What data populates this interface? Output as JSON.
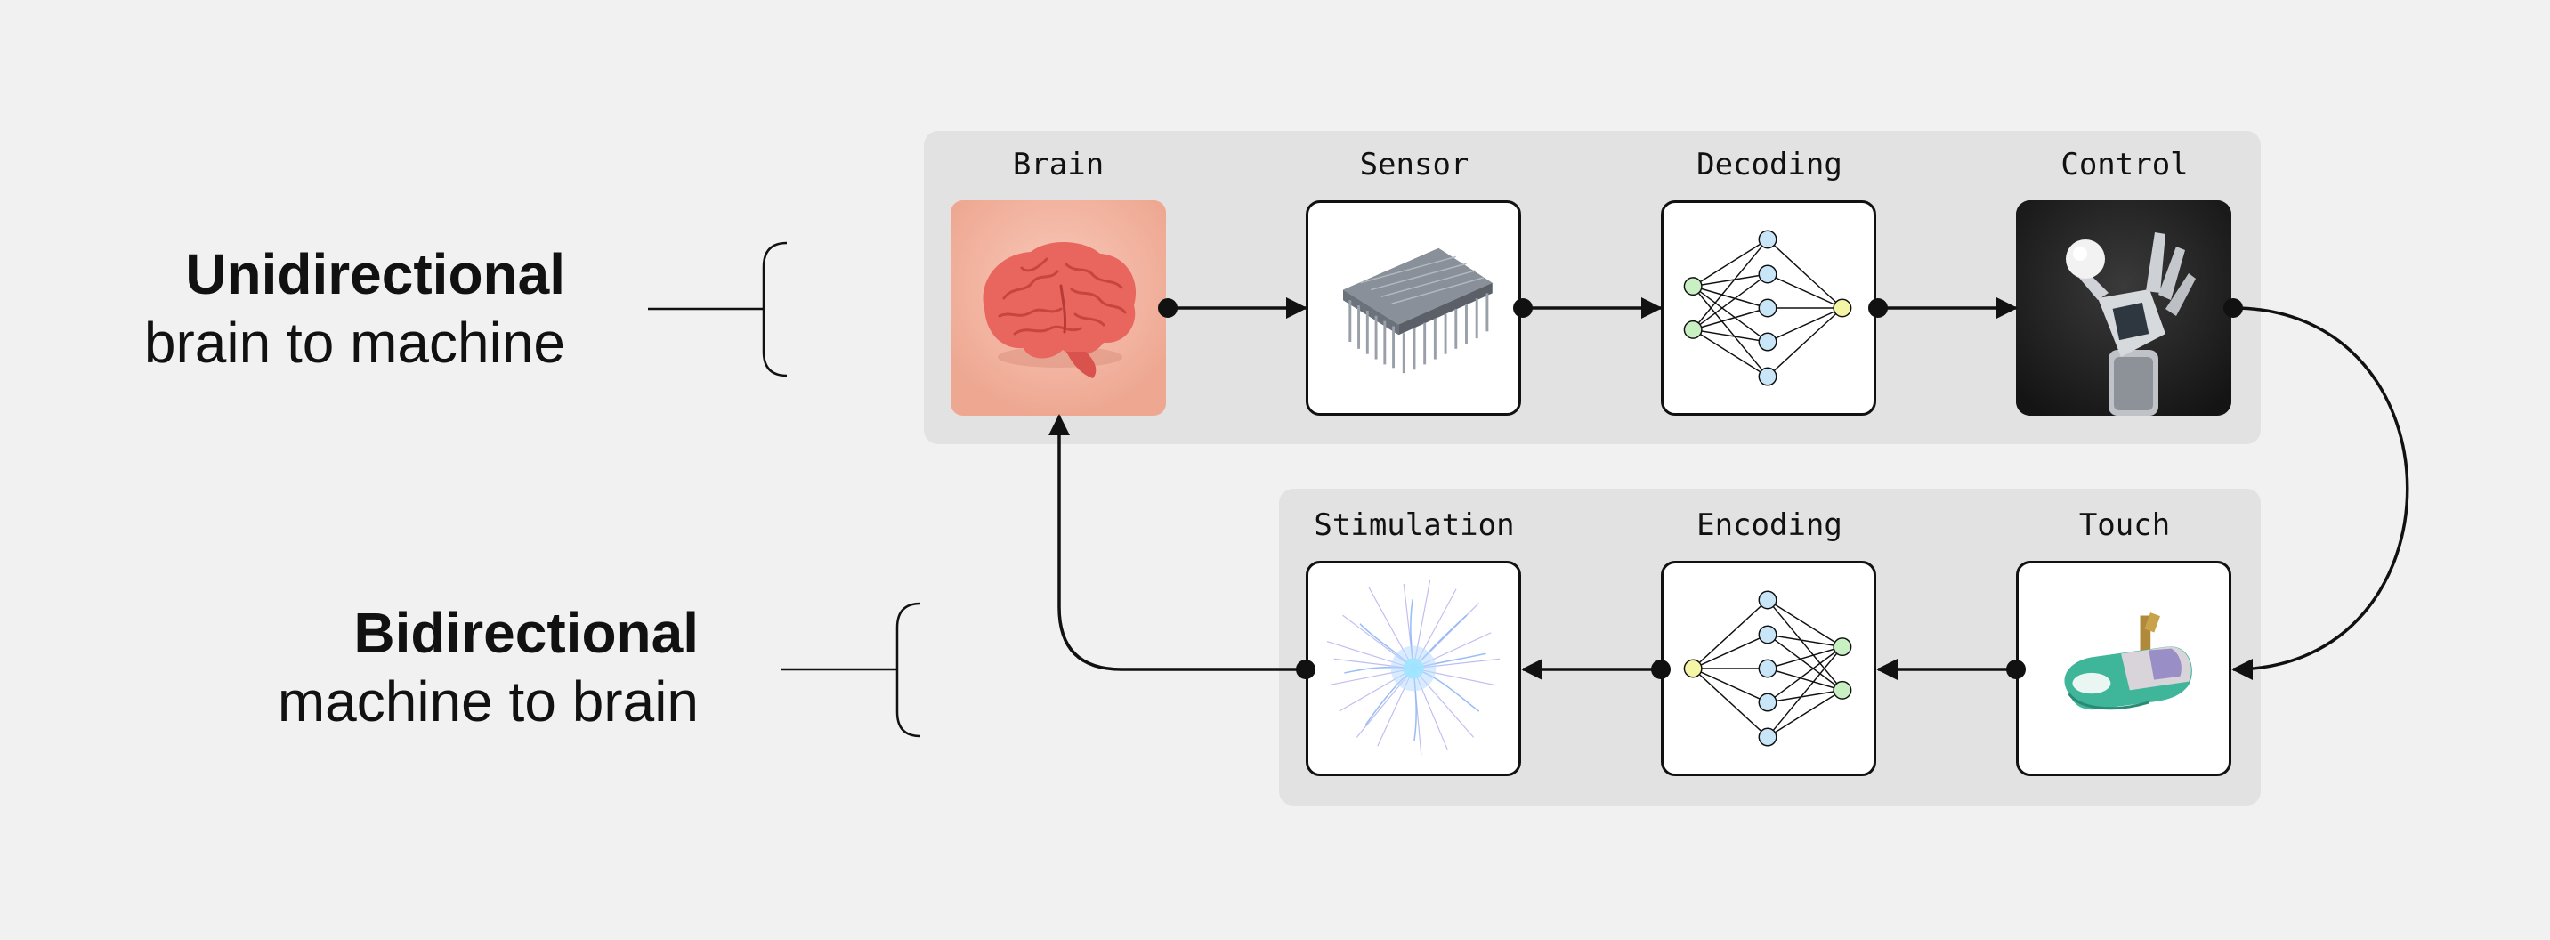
{
  "sides": {
    "unidirectional": {
      "title": "Unidirectional",
      "subtitle": "brain to machine"
    },
    "bidirectional": {
      "title": "Bidirectional",
      "subtitle": "machine to brain"
    }
  },
  "nodes": {
    "brain": {
      "label": "Brain",
      "icon": "brain-icon"
    },
    "sensor": {
      "label": "Sensor",
      "icon": "electrode-array-icon"
    },
    "decoding": {
      "label": "Decoding",
      "icon": "neural-network-icon"
    },
    "control": {
      "label": "Control",
      "icon": "robotic-hand-icon"
    },
    "stimulation": {
      "label": "Stimulation",
      "icon": "neuron-burst-icon"
    },
    "encoding": {
      "label": "Encoding",
      "icon": "neural-network-icon"
    },
    "touch": {
      "label": "Touch",
      "icon": "fingertip-sensor-icon"
    }
  },
  "colors": {
    "background": "#f1f1f1",
    "panel": "#e2e2e2",
    "brain_box": "#f3b9a8",
    "brain": "#e96a62",
    "node_blue": "#c8e6f8",
    "node_green": "#c9f0c2",
    "node_yellow": "#f5f5a6",
    "line": "#111111"
  }
}
